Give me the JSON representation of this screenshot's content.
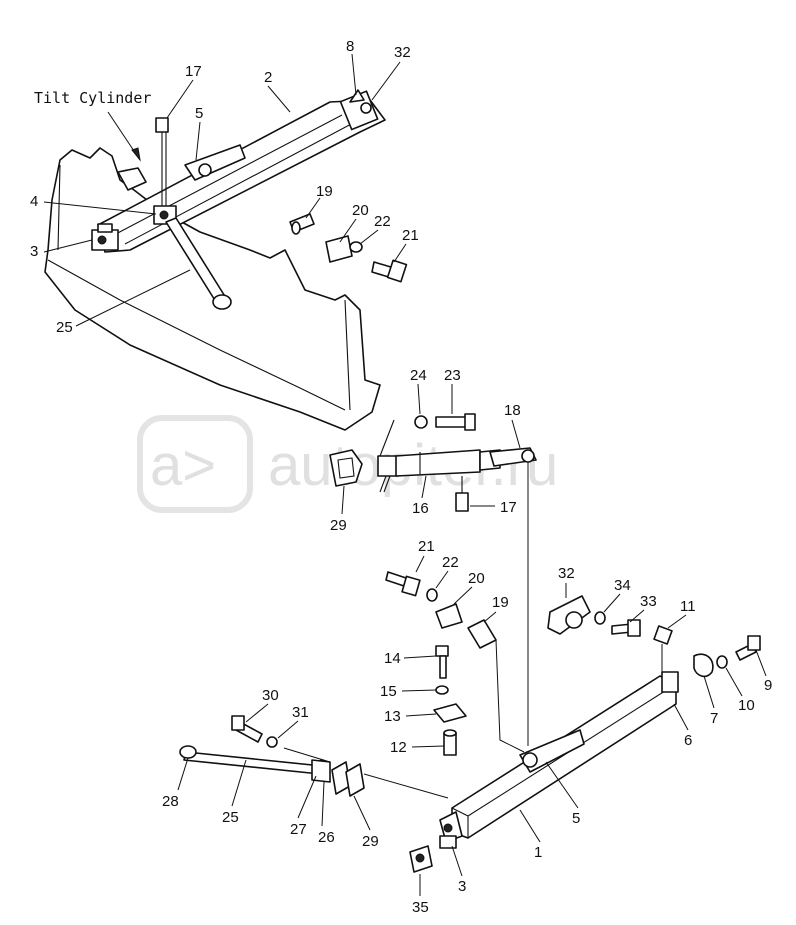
{
  "caption": "Tilt Cylinder",
  "watermark": "autopiter.ru",
  "upper_labels": {
    "p17": "17",
    "p2": "2",
    "p8": "8",
    "p32": "32",
    "p5": "5",
    "p4": "4",
    "p3": "3",
    "p19": "19",
    "p20": "20",
    "p22": "22",
    "p21": "21",
    "p25": "25"
  },
  "middle_labels": {
    "p24": "24",
    "p23": "23",
    "p18": "18",
    "p29": "29",
    "p16": "16",
    "p17": "17"
  },
  "lower_labels": {
    "p21": "21",
    "p22": "22",
    "p20": "20",
    "p19": "19",
    "p32": "32",
    "p34": "34",
    "p33": "33",
    "p11": "11",
    "p14": "14",
    "p15": "15",
    "p13": "13",
    "p12": "12",
    "p9": "9",
    "p10": "10",
    "p7": "7",
    "p6": "6",
    "p30": "30",
    "p31": "31",
    "p28": "28",
    "p25": "25",
    "p27": "27",
    "p26": "26",
    "p29": "29",
    "p5": "5",
    "p1": "1",
    "p3": "3",
    "p35": "35"
  }
}
